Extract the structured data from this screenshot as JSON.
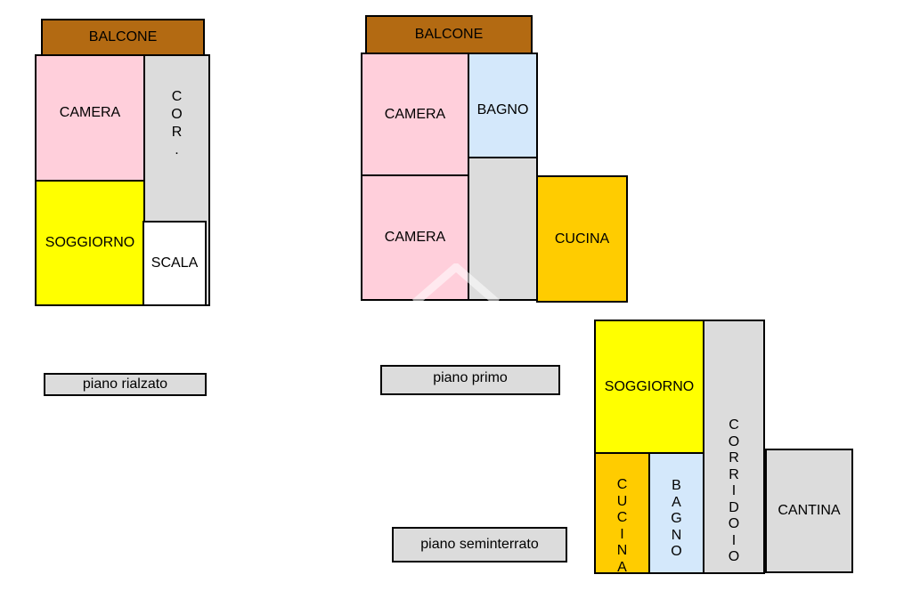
{
  "colors": {
    "balcone": "#b36a12",
    "camera": "#ffcfdb",
    "corridoio": "#dcdcdc",
    "soggiorno": "#ffff00",
    "scala": "#ffffff",
    "bagno": "#d4e8fb",
    "cucina": "#ffcc00",
    "cantina": "#dcdcdc"
  },
  "piano_rialzato": {
    "balcone": "BALCONE",
    "camera": "CAMERA",
    "corridoio": [
      "C",
      "O",
      "R",
      "."
    ],
    "soggiorno": "SOGGIORNO",
    "scala": "SCALA",
    "label": "piano rialzato"
  },
  "piano_primo": {
    "balcone": "BALCONE",
    "camera_1": "CAMERA",
    "bagno": "BAGNO",
    "camera_2": "CAMERA",
    "cucina": "CUCINA",
    "label": "piano primo"
  },
  "piano_seminterrato": {
    "soggiorno": "SOGGIORNO",
    "corridoio": [
      "C",
      "O",
      "R",
      "R",
      "I",
      "D",
      "O",
      "I",
      "O"
    ],
    "cucina": [
      "C",
      "U",
      "C",
      "I",
      "N",
      "A"
    ],
    "bagno": [
      "B",
      "A",
      "G",
      "N",
      "O"
    ],
    "cantina": "CANTINA",
    "label": "piano seminterrato"
  }
}
